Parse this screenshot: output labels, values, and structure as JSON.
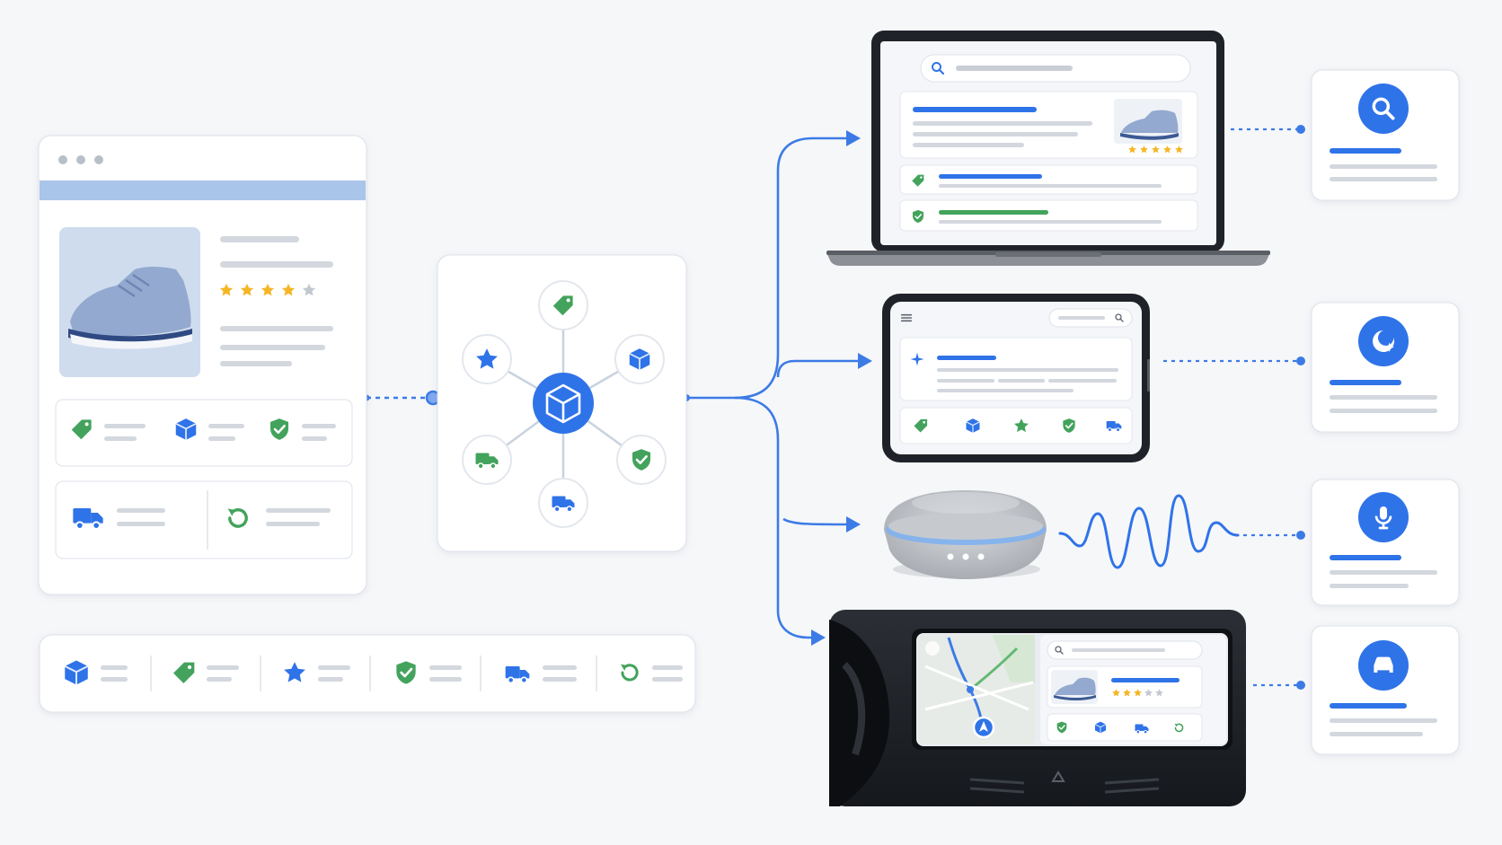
{
  "colors": {
    "background": "#f6f7f9",
    "card": "#ffffff",
    "card_border": "#dde2e9",
    "accent_blue": "#2f73e8",
    "accent_green": "#43a35c",
    "star_gold": "#f5b626",
    "skeleton_gray": "#d3d7de",
    "header_bar": "#aac5ea",
    "device_dark": "#1f2329",
    "connector": "#3c7be6"
  },
  "product_page": {
    "stars_filled": 4,
    "stars_total": 5,
    "attribute_icons": [
      "tag-icon",
      "box-icon",
      "shield-check-icon"
    ],
    "service_icons": [
      "truck-icon",
      "return-icon"
    ]
  },
  "hub": {
    "center_icon": "box-icon",
    "nodes": [
      "tag-icon",
      "box-icon",
      "shield-check-icon",
      "truck-icon",
      "truck-icon",
      "star-icon"
    ]
  },
  "attribute_strip": {
    "icons": [
      "box-icon",
      "tag-icon",
      "star-icon",
      "shield-check-icon",
      "truck-icon",
      "return-icon"
    ]
  },
  "channels": [
    {
      "device": "laptop",
      "result_icon": "search-icon"
    },
    {
      "device": "tablet",
      "result_icon": "sparkle-assistant-icon"
    },
    {
      "device": "smart-speaker",
      "result_icon": "microphone-icon"
    },
    {
      "device": "car-display",
      "result_icon": "car-icon"
    }
  ],
  "laptop_screen": {
    "stars_filled": 5,
    "stars_total": 5
  },
  "car_screen": {
    "stars_filled": 3,
    "stars_total": 5
  }
}
